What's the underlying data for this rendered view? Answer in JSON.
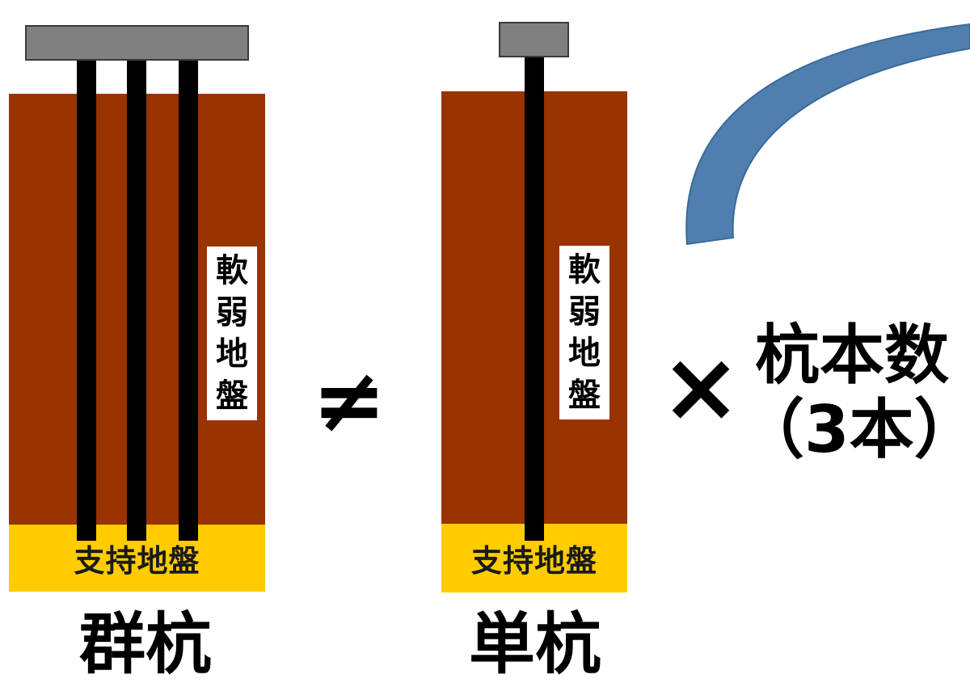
{
  "colors": {
    "soft_ground": "#993300",
    "bearing_layer": "#ffcc00",
    "pile": "#000000",
    "cap": "#808080",
    "arrow": "#4f7faf"
  },
  "group_pile": {
    "soft_ground_chars": [
      "軟",
      "弱",
      "地",
      "盤"
    ],
    "bearing_label": "支持地盤",
    "caption": "群杭"
  },
  "not_equal": "≠",
  "single_pile": {
    "soft_ground_chars": [
      "軟",
      "弱",
      "地",
      "盤"
    ],
    "bearing_label": "支持地盤",
    "caption": "単杭"
  },
  "multiplier": {
    "times": "×",
    "line1": "杭本数",
    "line2": "（3本）"
  }
}
